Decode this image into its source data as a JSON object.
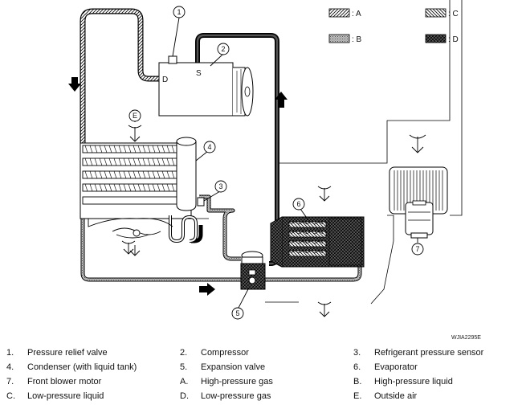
{
  "legend": [
    {
      "id": "A",
      "label": ": A"
    },
    {
      "id": "B",
      "label": ": B"
    },
    {
      "id": "C",
      "label": ": C"
    },
    {
      "id": "D",
      "label": ": D"
    }
  ],
  "callouts": [
    "1",
    "2",
    "3",
    "4",
    "5",
    "6",
    "7",
    "E"
  ],
  "compressor_ports": {
    "discharge": "D",
    "suction": "S"
  },
  "figure_code": "WJIA2295E",
  "key_rows": [
    [
      {
        "num": "1.",
        "label": "Pressure relief valve"
      },
      {
        "num": "2.",
        "label": "Compressor"
      },
      {
        "num": "3.",
        "label": "Refrigerant pressure sensor"
      }
    ],
    [
      {
        "num": "4.",
        "label": "Condenser (with liquid tank)"
      },
      {
        "num": "5.",
        "label": "Expansion valve"
      },
      {
        "num": "6.",
        "label": "Evaporator"
      }
    ],
    [
      {
        "num": "7.",
        "label": "Front blower motor"
      },
      {
        "num": "A.",
        "label": "High-pressure gas"
      },
      {
        "num": "B.",
        "label": "High-pressure liquid"
      }
    ],
    [
      {
        "num": "C.",
        "label": "Low-pressure liquid"
      },
      {
        "num": "D.",
        "label": "Low-pressure gas"
      },
      {
        "num": "E.",
        "label": "Outside air"
      }
    ]
  ]
}
